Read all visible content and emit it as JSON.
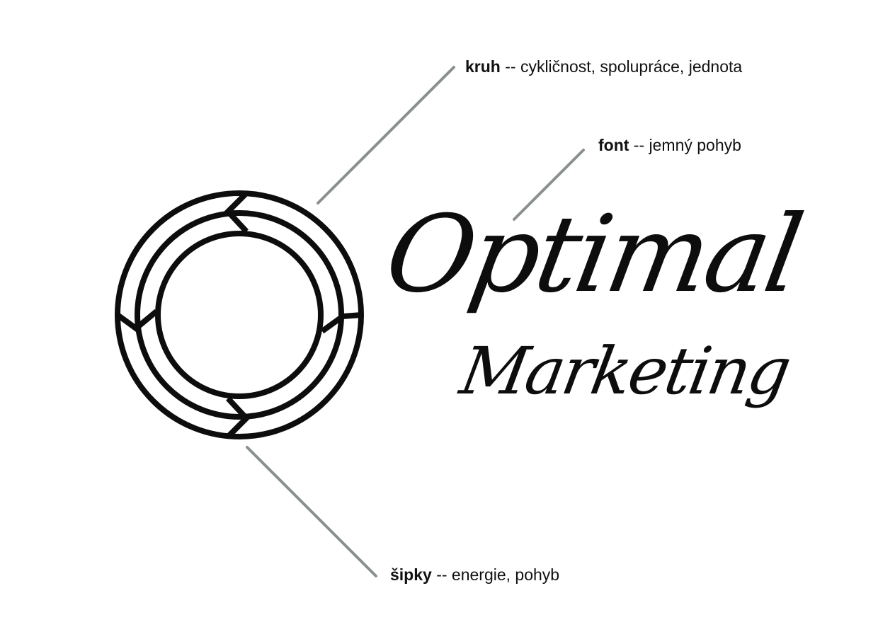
{
  "annotations": {
    "kruh": {
      "term": "kruh",
      "description": " -- cykličnost, spolupráce, jednota"
    },
    "font": {
      "term": "font",
      "description": " -- jemný pohyb"
    },
    "sipky": {
      "term": "šipky",
      "description": " -- energie, pohyb"
    }
  },
  "logo": {
    "line1": "Optimal",
    "line2": "Marketing"
  },
  "colors": {
    "logo_ink": "#0d0d0d",
    "leader_line": "#8a918c",
    "text": "#111111",
    "background": "#ffffff"
  }
}
